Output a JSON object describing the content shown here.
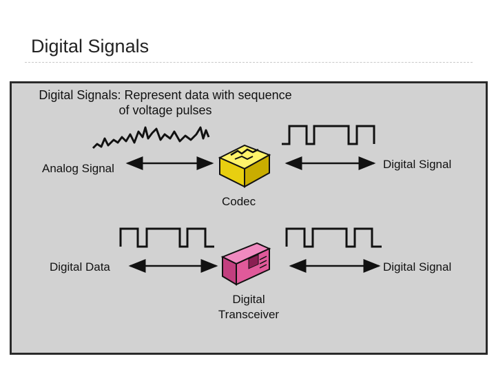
{
  "slide": {
    "title": "Digital Signals"
  },
  "figure": {
    "heading_line1": "Digital Signals: Represent data with sequence",
    "heading_line2": "of voltage pulses",
    "top": {
      "left_label": "Analog Signal",
      "device_label": "Codec",
      "right_label": "Digital Signal"
    },
    "bottom": {
      "left_label": "Digital Data",
      "device_label_line1": "Digital",
      "device_label_line2": "Transceiver",
      "right_label": "Digital Signal"
    },
    "colors": {
      "panel": "#d2d2d2",
      "codec": "#f2df1a",
      "transceiver": "#e05a9a"
    },
    "icons": [
      "codec-device-icon",
      "transceiver-device-icon",
      "double-arrow-icon",
      "analog-waveform-icon",
      "square-wave-icon"
    ]
  }
}
